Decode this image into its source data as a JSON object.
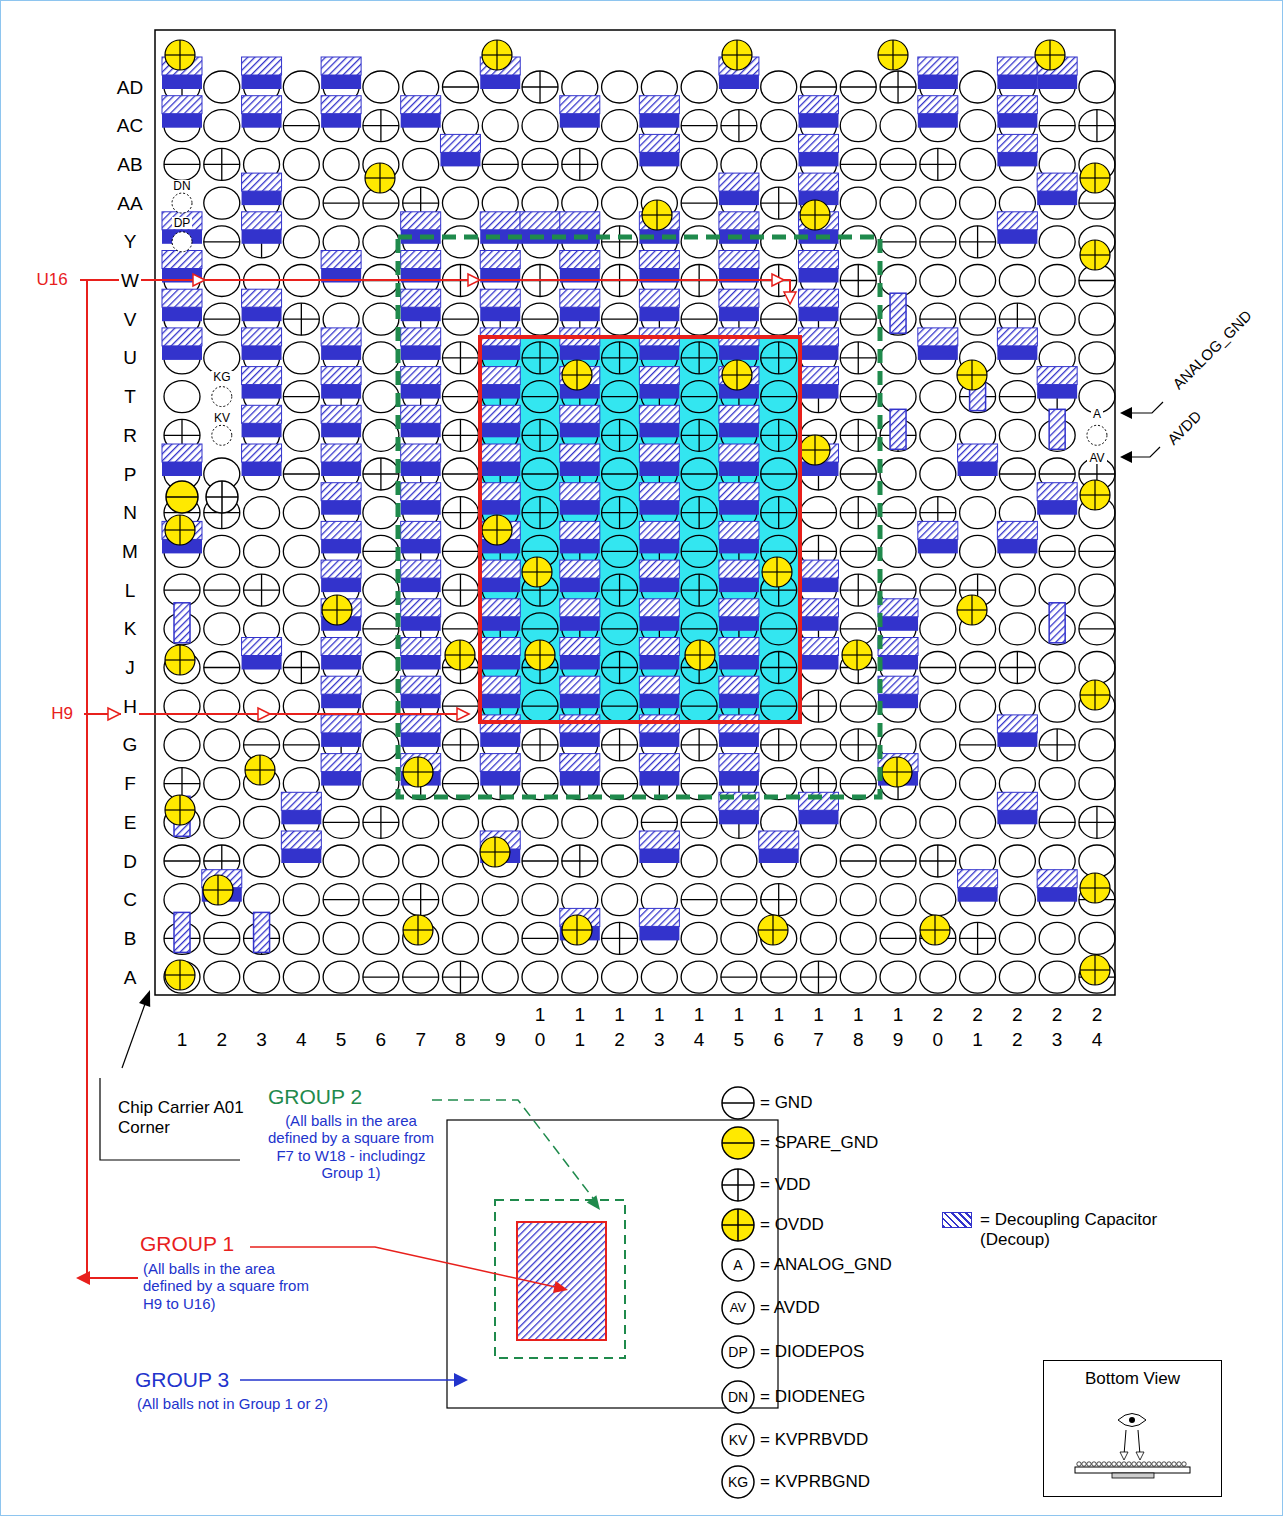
{
  "diagram": {
    "nodes": [
      {
        "text": [
          "Bottom View"
        ]
      }
    ],
    "labels": [
      "AD",
      "AC",
      "AB",
      "AA",
      "Y",
      "W",
      "V",
      "U",
      "T",
      "R",
      "P",
      "N",
      "M",
      "L",
      "K",
      "J",
      "H",
      "G",
      "F",
      "E",
      "D",
      "C",
      "B",
      "A",
      "1",
      "2",
      "3",
      "4",
      "5",
      "6",
      "7",
      "8",
      "9",
      "10",
      "11",
      "12",
      "13",
      "14",
      "15",
      "16",
      "17",
      "18",
      "19",
      "20",
      "21",
      "22",
      "23",
      "24",
      "U16",
      "H9",
      "DN",
      "DP",
      "KG",
      "KV",
      "A",
      "AV",
      "ANALOG_GND",
      "AVDD",
      "Chip Carrier A01 Corner",
      "GROUP 2",
      "(All balls in the area defined by a square from F7 to W18 - includingz Group 1)",
      "GROUP 1",
      "(All balls in the area defined by a square from H9 to U16)",
      "GROUP 3",
      "(All balls not in Group 1 or 2)",
      "A",
      "AV",
      "DP",
      "DN",
      "KV",
      "KG"
    ],
    "legend": [
      {
        "text": "= GND"
      },
      {
        "text": "= SPARE_GND"
      },
      {
        "text": "= VDD"
      },
      {
        "text": "= OVDD"
      },
      {
        "text": "= ANALOG_GND"
      },
      {
        "text": "= AVDD"
      },
      {
        "text": "= DIODEPOS"
      },
      {
        "text": "= DIODENEG"
      },
      {
        "text": "= KVPRBVDD"
      },
      {
        "text": "= KVPRBGND"
      },
      {
        "text": "= Decoupling Capacitor (Decoup)",
        "color": "#3333cc"
      }
    ]
  }
}
